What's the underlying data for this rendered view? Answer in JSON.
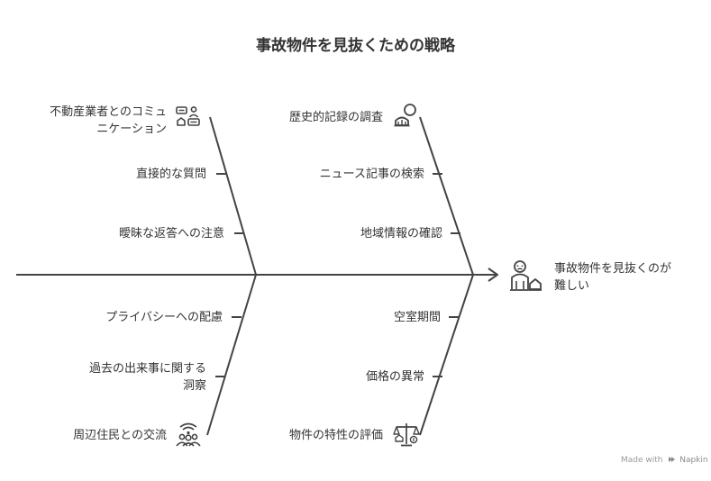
{
  "title": "事故物件を見抜くための戦略",
  "effect": {
    "line1": "事故物件を見抜くのが",
    "line2": "難しい",
    "icon": "person-house-icon"
  },
  "branches": {
    "top_left": {
      "icon": "communication-icon",
      "causes": [
        {
          "line1": "不動産業者とのコミュ",
          "line2": "ニケーション"
        },
        {
          "line1": "直接的な質問"
        },
        {
          "line1": "曖昧な返答への注意"
        }
      ]
    },
    "top_right": {
      "icon": "search-history-icon",
      "causes": [
        {
          "line1": "歴史的記録の調査"
        },
        {
          "line1": "ニュース記事の検索"
        },
        {
          "line1": "地域情報の確認"
        }
      ]
    },
    "bottom_left": {
      "icon": "community-icon",
      "causes": [
        {
          "line1": "プライバシーへの配慮"
        },
        {
          "line1": "過去の出来事に関する",
          "line2": "洞察"
        },
        {
          "line1": "周辺住民との交流"
        }
      ]
    },
    "bottom_right": {
      "icon": "balance-scale-icon",
      "causes": [
        {
          "line1": "空室期間"
        },
        {
          "line1": "価格の異常"
        },
        {
          "line1": "物件の特性の評価"
        }
      ]
    }
  },
  "footer": {
    "made_with": "Made with",
    "brand": "Napkin",
    "icon": "napkin-logo-icon"
  }
}
